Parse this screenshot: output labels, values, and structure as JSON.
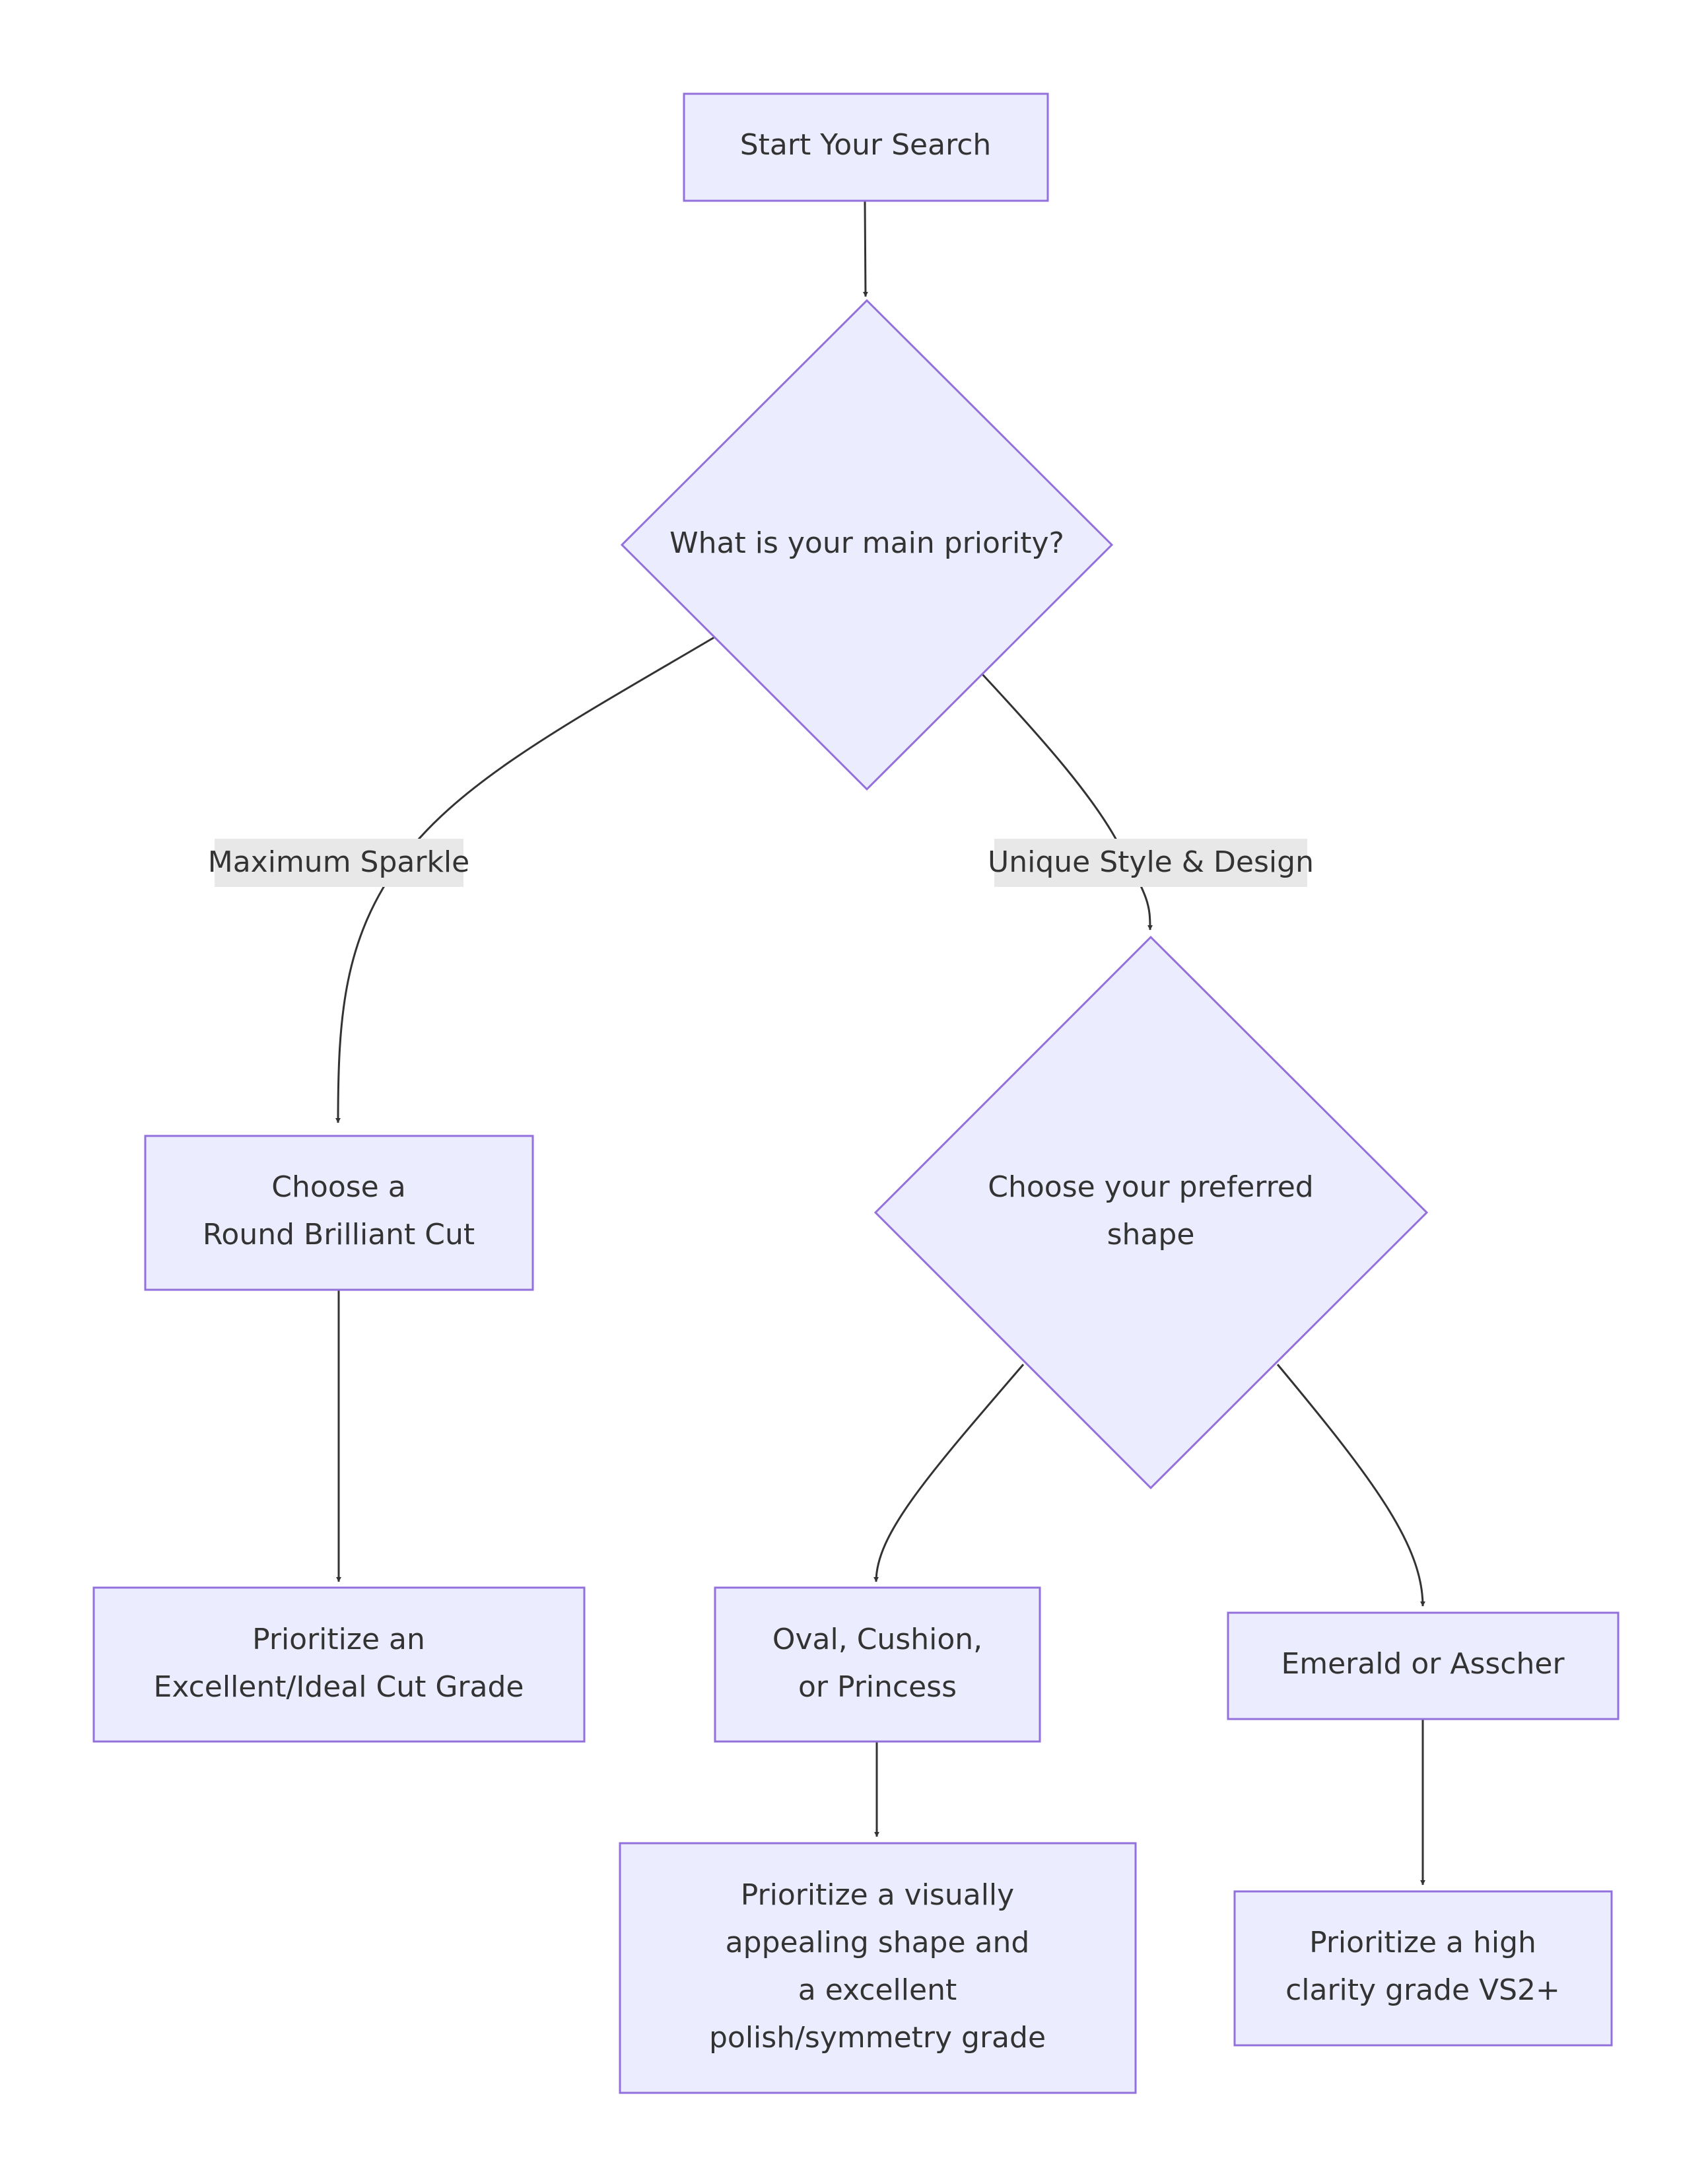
{
  "colors": {
    "node_fill": "#ECECFF",
    "node_stroke": "#9370DB",
    "edge": "#333333",
    "label_bg": "#E8E8E8",
    "text": "#333333"
  },
  "nodes": {
    "start": {
      "lines": [
        "Start Your Search"
      ]
    },
    "priority": {
      "lines": [
        "What is your main priority?"
      ]
    },
    "round_cut": {
      "lines": [
        "Choose a",
        "Round Brilliant Cut"
      ]
    },
    "shape_choice": {
      "lines": [
        "Choose your preferred",
        "shape"
      ]
    },
    "cut_grade": {
      "lines": [
        "Prioritize an",
        "Excellent/Ideal Cut Grade"
      ]
    },
    "oval": {
      "lines": [
        "Oval, Cushion,",
        "or Princess"
      ]
    },
    "emerald": {
      "lines": [
        "Emerald or Asscher"
      ]
    },
    "polish": {
      "lines": [
        "Prioritize a visually",
        "appealing shape and",
        "a excellent",
        "polish/symmetry grade"
      ]
    },
    "clarity": {
      "lines": [
        "Prioritize a high",
        "clarity grade VS2+"
      ]
    }
  },
  "edge_labels": {
    "sparkle": "Maximum Sparkle",
    "unique": "Unique Style & Design"
  }
}
